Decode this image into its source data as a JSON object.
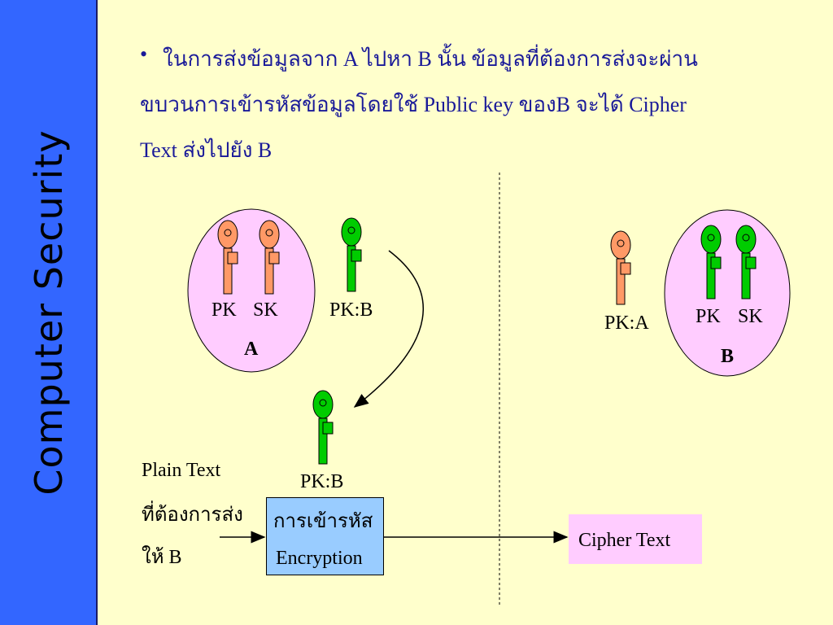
{
  "sidebar": {
    "title": "Computer Security"
  },
  "bullet": {
    "marker": "•",
    "line1": "ในการส่งข้อมูลจาก A ไปหา B นั้น ข้อมูลที่ต้องการส่งจะผ่าน",
    "line2": "ขบวนการเข้ารหัสข้อมูลโดยใช้ Public key ของB จะได้ Cipher",
    "line3": "Text ส่งไปยัง B"
  },
  "party_a": {
    "pk": "PK",
    "sk": "SK",
    "name": "A",
    "key_pk_b": "PK:B"
  },
  "party_b": {
    "pk": "PK",
    "sk": "SK",
    "name": "B",
    "key_pk_a": "PK:A"
  },
  "flow": {
    "plain_text_1": "Plain Text",
    "plain_text_2": "ที่ต้องการส่ง",
    "plain_text_3": "ให้ B",
    "key_label": "PK:B",
    "enc_thai": "การเข้ารหัส",
    "enc_en": "Encryption",
    "cipher": "Cipher  Text"
  },
  "colors": {
    "orange_key": "#ff9966",
    "green_key": "#00cc00",
    "ellipse": "#ffccff",
    "sidebar": "#3366ff",
    "background": "#ffffcc"
  }
}
